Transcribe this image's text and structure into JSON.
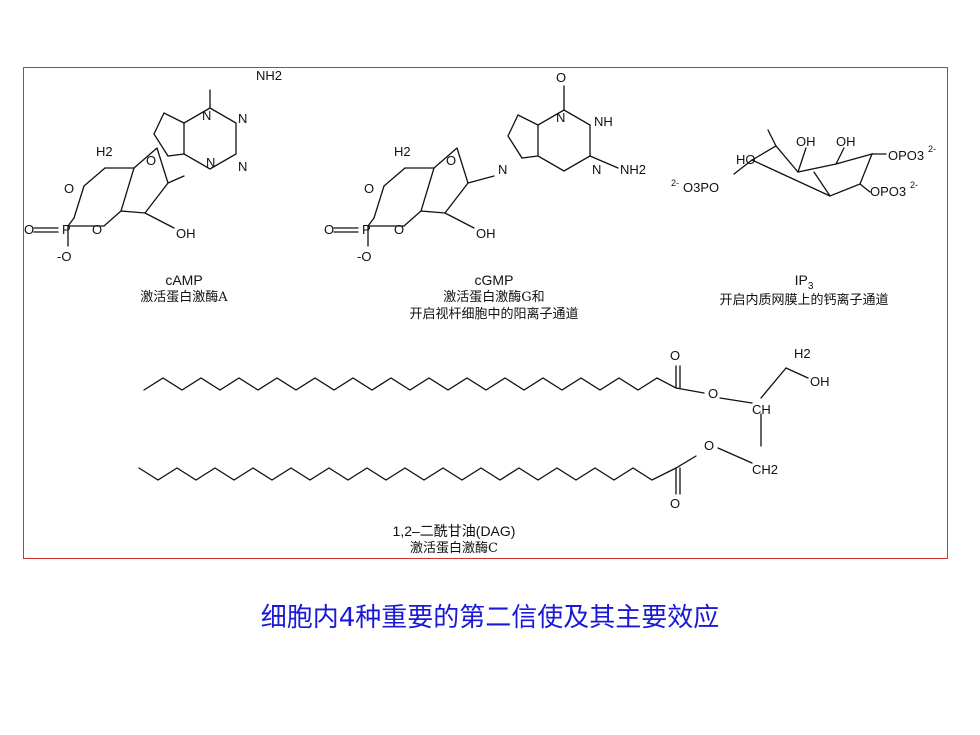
{
  "figure": {
    "camp": {
      "name": "cAMP",
      "effect": "激活蛋白激酶A"
    },
    "cgmp": {
      "name": "cGMP",
      "effect_line1": "激活蛋白激酶G和",
      "effect_line2": "开启视杆细胞中的阳离子通道"
    },
    "ip3": {
      "name_base": "IP",
      "name_sub": "3",
      "effect": "开启内质网膜上的钙离子通道"
    },
    "dag": {
      "name": "1,2–二酰甘油(DAG)",
      "effect": "激活蛋白激酶C"
    },
    "atoms": {
      "nh2": "NH2",
      "n": "N",
      "nh": "NH",
      "o": "O",
      "oh": "OH",
      "h2": "H2",
      "p": "P",
      "o_minus": "-O",
      "ho": "HO",
      "opo3": "OPO3",
      "charge2": "2-",
      "o3po": "O3PO",
      "ch": "CH",
      "ch2": "CH2"
    }
  },
  "caption": "细胞内4种重要的第二信使及其主要效应",
  "colors": {
    "frame": "#cc3333",
    "caption": "#1a1ad6",
    "ink": "#111111"
  }
}
